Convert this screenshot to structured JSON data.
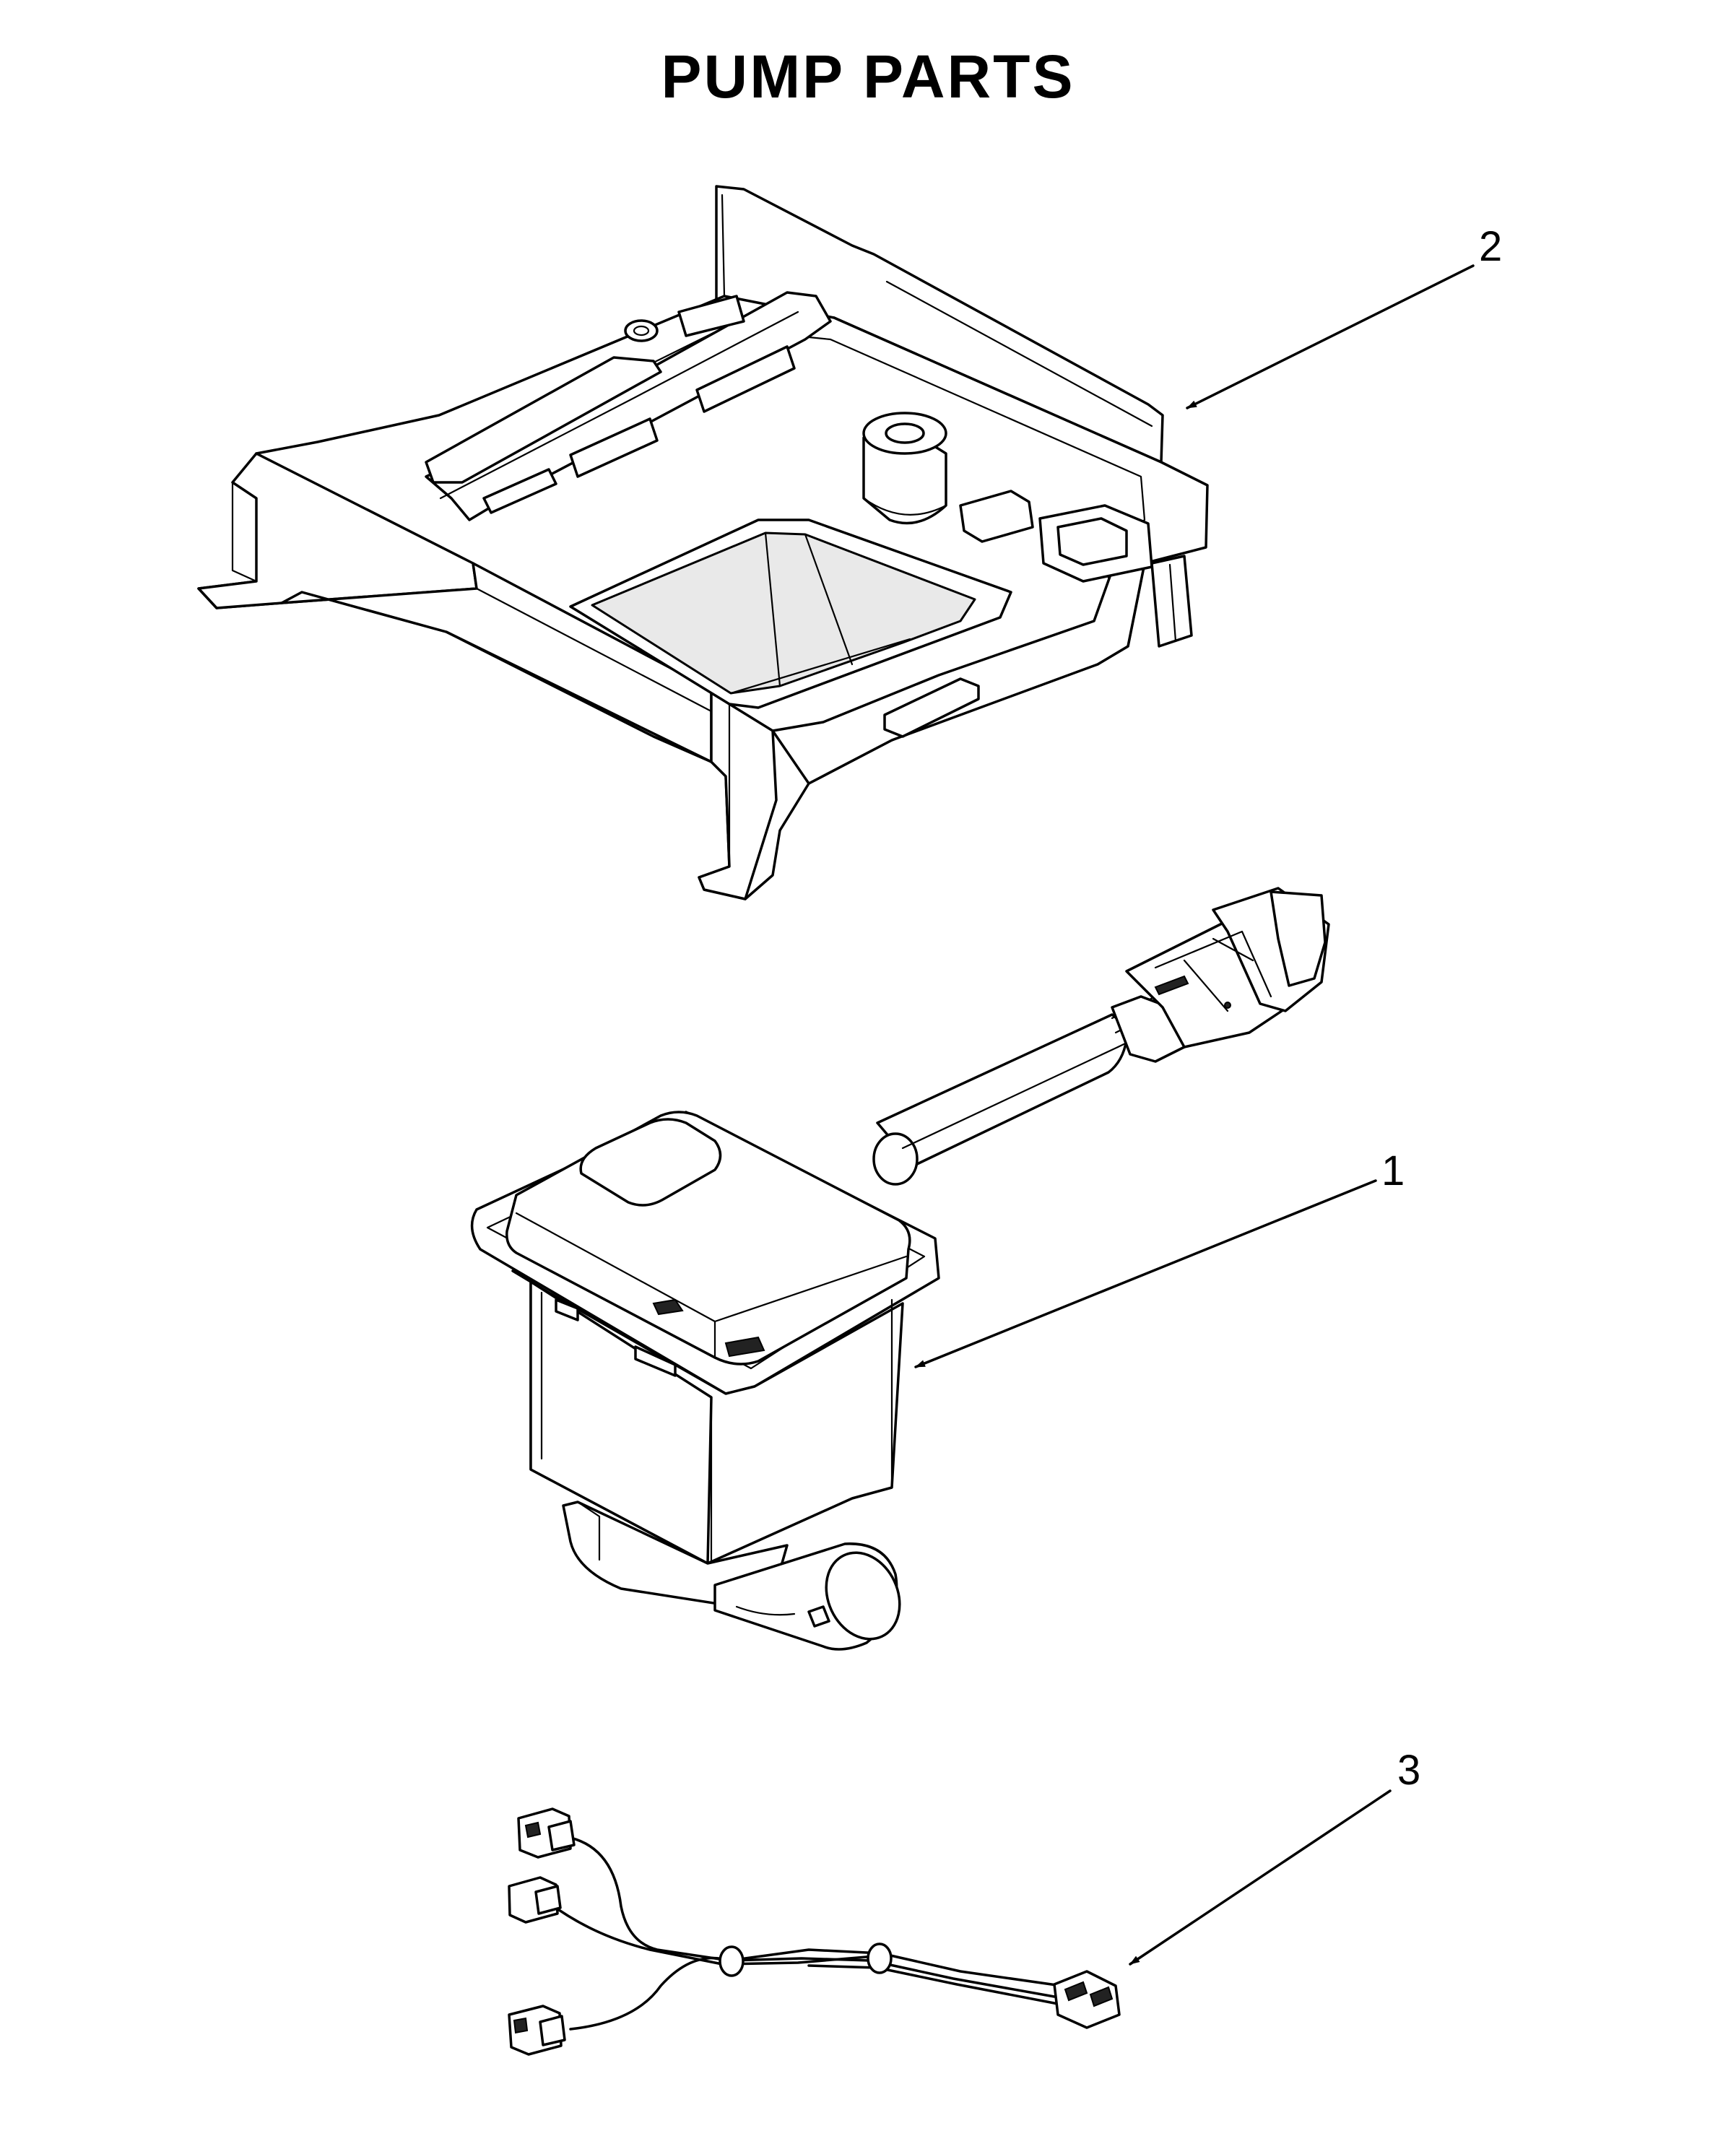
{
  "title": "PUMP PARTS",
  "callouts": [
    {
      "label": "2",
      "part": "pump-housing"
    },
    {
      "label": "1",
      "part": "pump"
    },
    {
      "label": "3",
      "part": "wire-harness"
    }
  ]
}
